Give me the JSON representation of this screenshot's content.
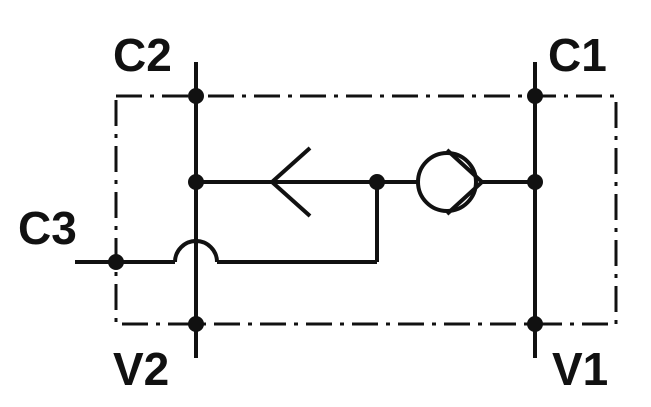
{
  "diagram": {
    "ports": {
      "c1": "C1",
      "c2": "C2",
      "c3": "C3",
      "v1": "V1",
      "v2": "V2"
    },
    "colors": {
      "line": "#111111",
      "background": "#ffffff"
    }
  }
}
